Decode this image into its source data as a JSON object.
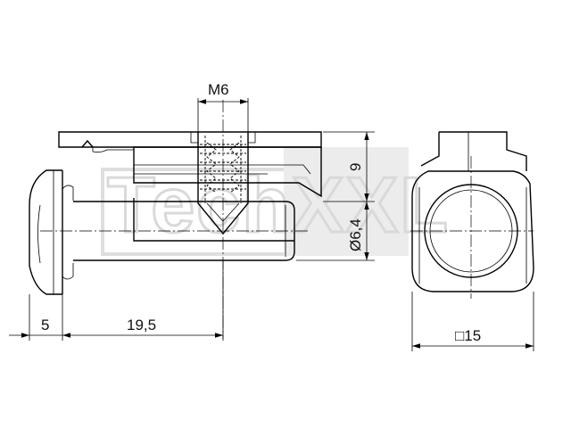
{
  "watermark": {
    "brand_text": "TechXXL"
  },
  "dimensions": {
    "thread": "M6",
    "height": "9",
    "diameter": "Ø6,4",
    "head_length": "5",
    "shaft_length": "19,5",
    "square": "□15"
  },
  "colors": {
    "line": "#000000",
    "watermark": "#d9d9d9",
    "background": "#ffffff"
  }
}
